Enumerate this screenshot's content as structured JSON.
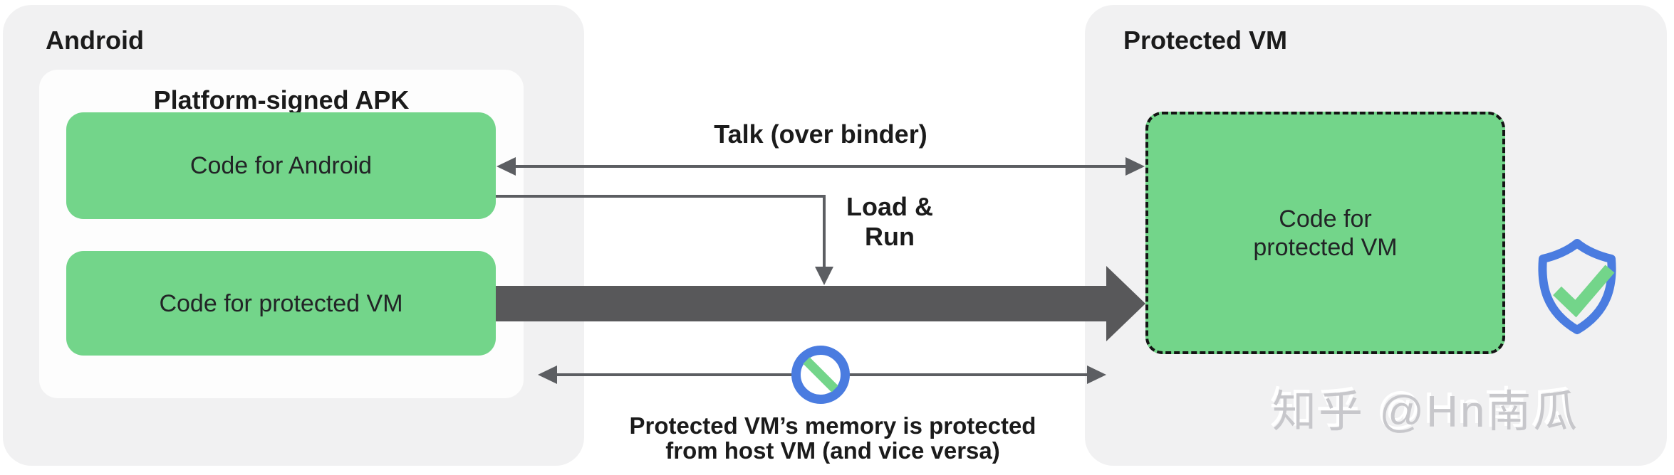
{
  "android_panel": {
    "title": "Android",
    "apk_box": {
      "title": "Platform-signed APK",
      "code_android_label": "Code for Android",
      "code_protected_vm_label": "Code for protected VM"
    }
  },
  "protected_vm_panel": {
    "title": "Protected VM",
    "vm_code_box": {
      "line1": "Code for",
      "line2": "protected VM"
    },
    "shield_icon": "shield-check-icon"
  },
  "arrows": {
    "talk_label": "Talk (over binder)",
    "load_run_label_line1": "Load &",
    "load_run_label_line2": "Run",
    "memory_caption_line1": "Protected VM’s memory is protected",
    "memory_caption_line2": "from host VM (and vice versa)",
    "blocked_icon": "no-access-icon"
  },
  "watermark": "知乎 @Hn南瓜",
  "colors": {
    "panel_gray": "#f1f1f2",
    "box_green": "#73d58a",
    "icon_blue": "#4a7ce0",
    "thick_arrow_gray": "#58585a",
    "thin_line_gray": "#5c5e62"
  }
}
